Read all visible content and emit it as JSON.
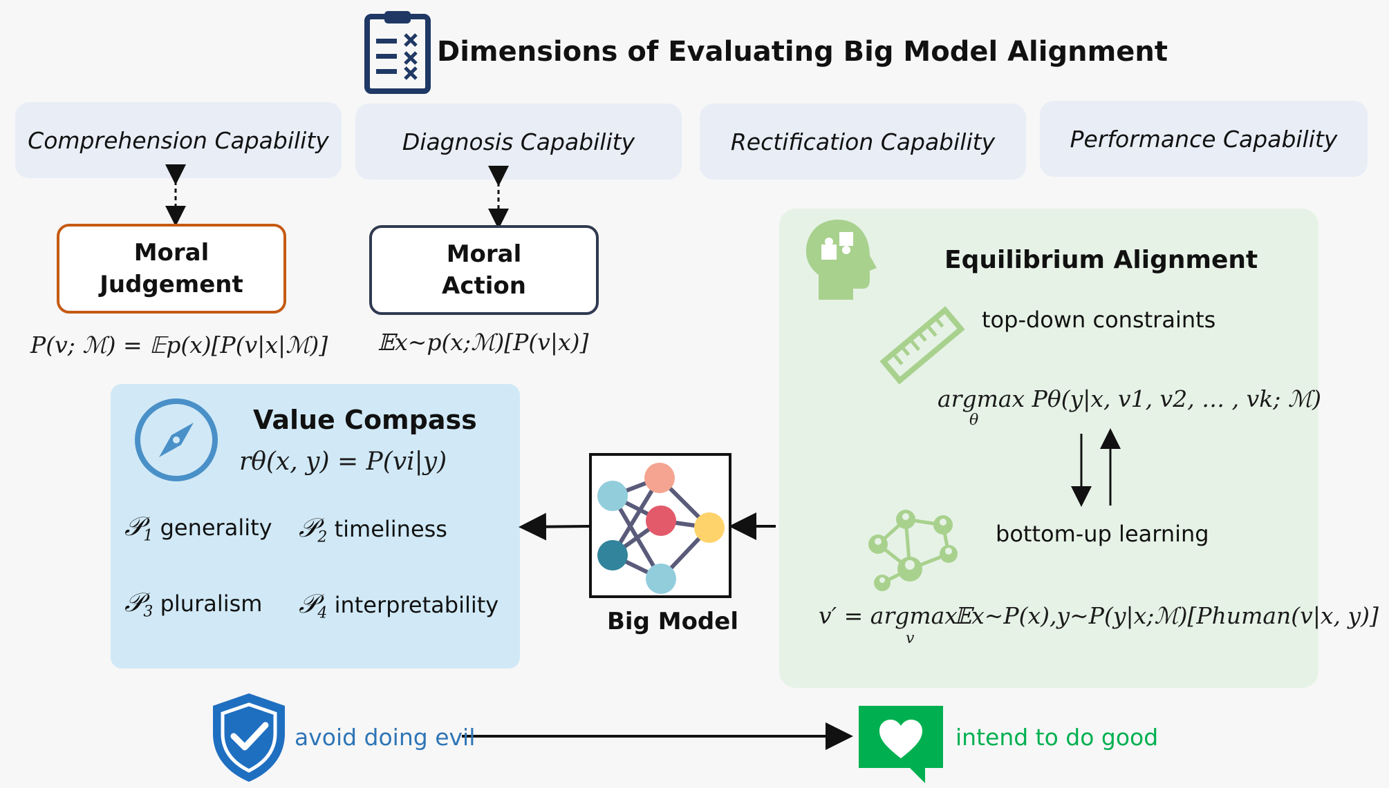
{
  "title": "Dimensions of Evaluating Big Model Alignment",
  "capabilities": [
    "Comprehension Capability",
    "Diagnosis Capability",
    "Rectification Capability",
    "Performance Capability"
  ],
  "moral_judgement": {
    "line1": "Moral",
    "line2": "Judgement"
  },
  "moral_action": {
    "line1": "Moral",
    "line2": "Action"
  },
  "formulas": {
    "judgement": "P(v; ℳ) =  𝔼p(x)[P(v|x|ℳ)]",
    "action": "𝔼x~p(x;ℳ)[P(v|x)]",
    "reward": "rθ(x, y) = P(vi|y)",
    "topdown": "argmax Pθ(y|x, v1, v2, … , vk; ℳ)",
    "topdown_sub": "θ",
    "bottomup_lhs": "v′ = argmax",
    "bottomup_sub": "v",
    "bottomup_rhs": "𝔼x~P(x),y~P(y|x;ℳ)[Phuman(v|x, y)]"
  },
  "value_compass": {
    "title": "Value Compass",
    "principles": [
      {
        "symbol": "𝒫",
        "index": "1",
        "label": "generality"
      },
      {
        "symbol": "𝒫",
        "index": "2",
        "label": "timeliness"
      },
      {
        "symbol": "𝒫",
        "index": "3",
        "label": "pluralism"
      },
      {
        "symbol": "𝒫",
        "index": "4",
        "label": "interpretability"
      }
    ]
  },
  "big_model": {
    "label": "Big Model"
  },
  "equilibrium": {
    "title": "Equilibrium Alignment",
    "top_down": "top-down constraints",
    "bottom_up": "bottom-up learning"
  },
  "bottom": {
    "left": "avoid doing evil",
    "right": "intend to do good"
  },
  "colors": {
    "capability_bg": "#e8edf6",
    "judgement_border": "#c55a11",
    "action_border": "#2f3a4f",
    "compass_panel": "#d1e9f6",
    "compass_icon": "#4a90c8",
    "equilibrium_panel": "#e6f2e6",
    "green_icon": "#a9d18e",
    "shield": "#1f6fc1",
    "heart_bubble": "#00b050",
    "blue_text": "#2e75b6",
    "green_text": "#00b050",
    "clipboard": "#1f3864"
  },
  "icons": [
    "clipboard-icon",
    "compass-icon",
    "neural-network-icon",
    "head-puzzle-icon",
    "ruler-icon",
    "network-people-icon",
    "shield-check-icon",
    "heart-bubble-icon"
  ]
}
